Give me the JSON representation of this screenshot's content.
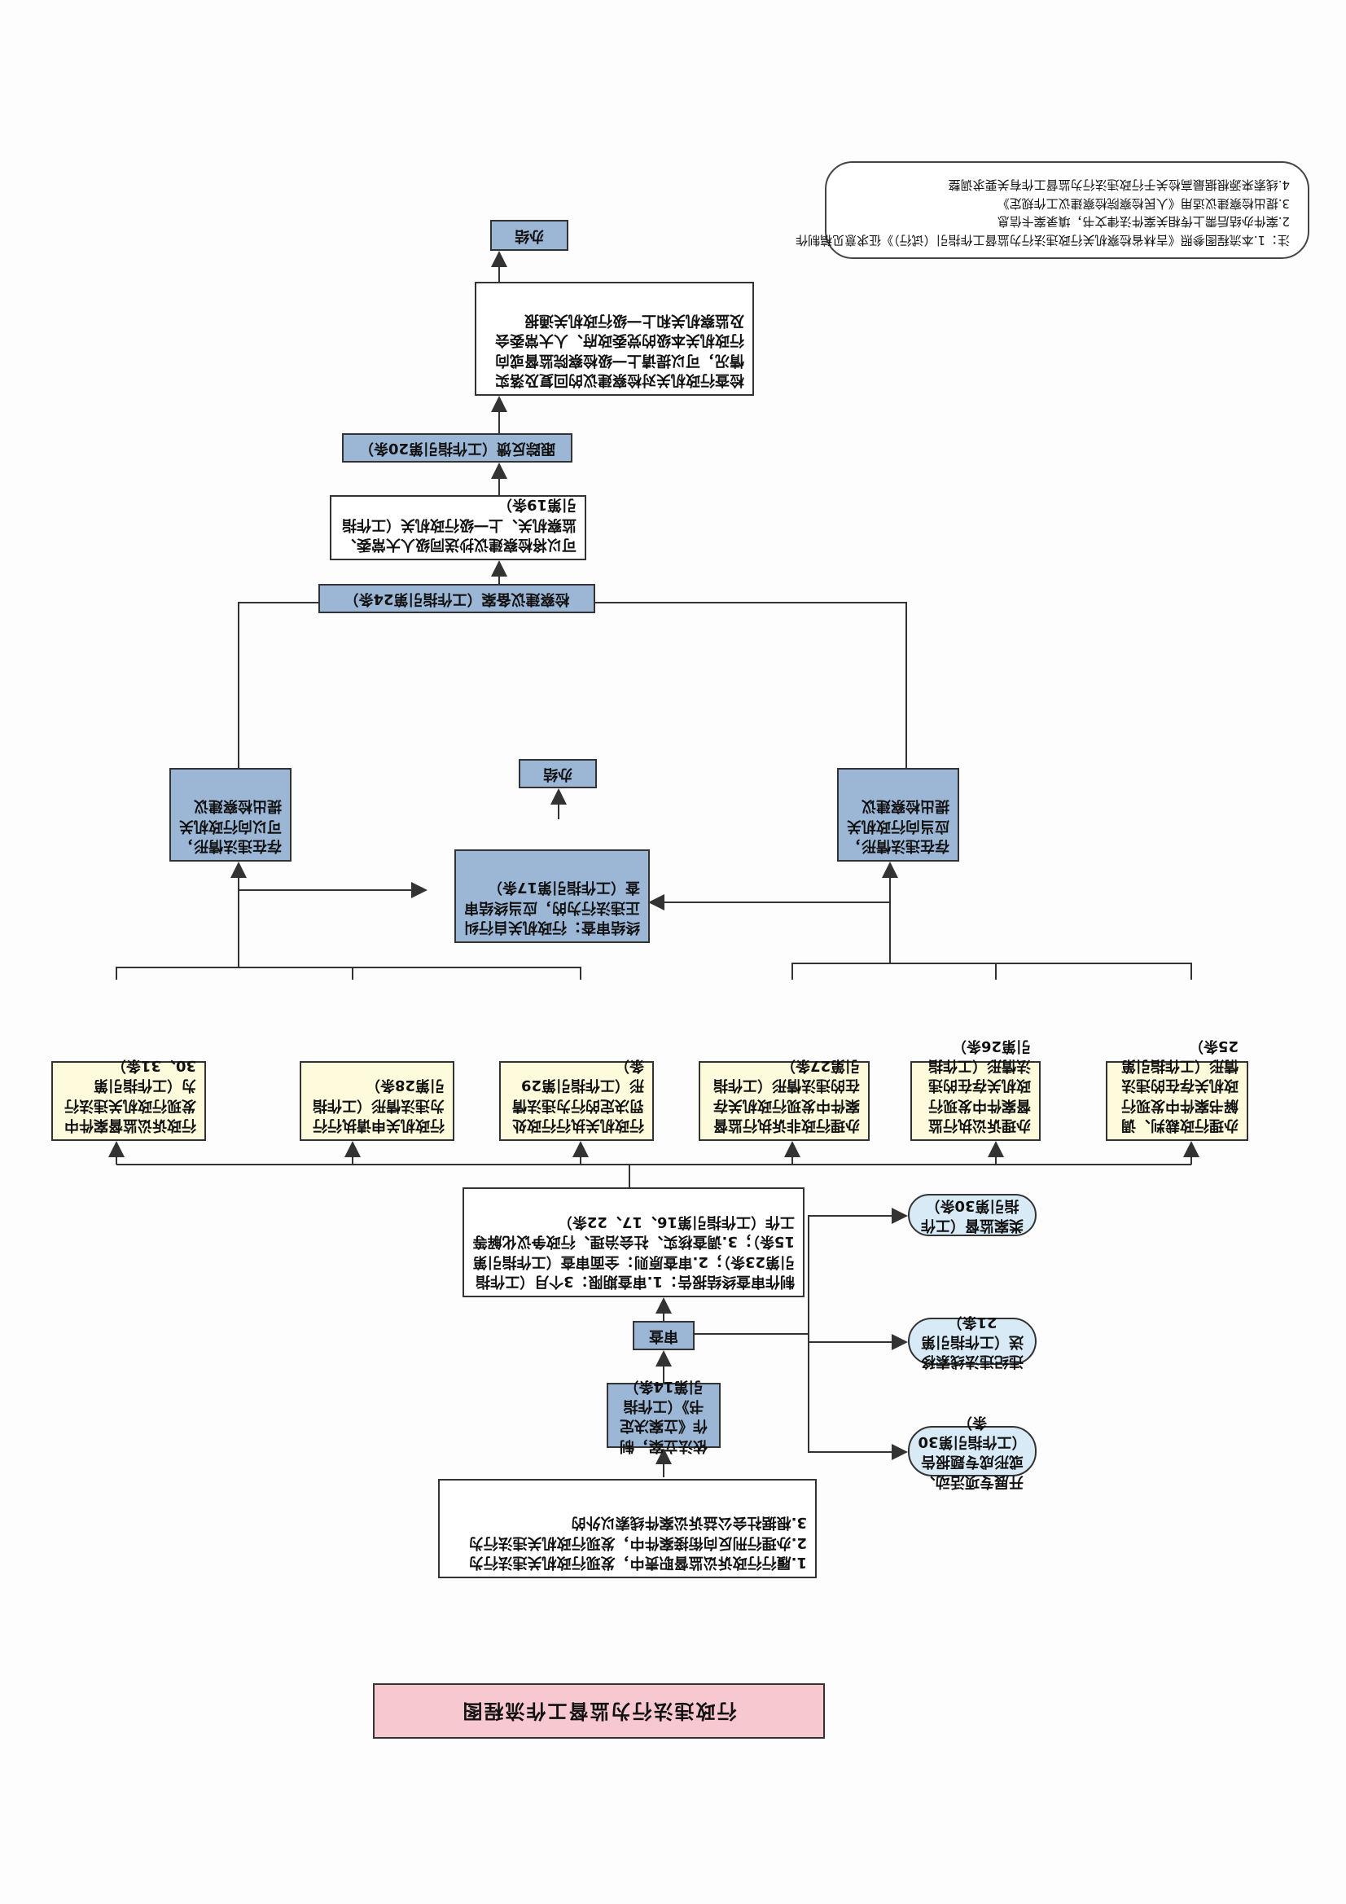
{
  "title": "行政违法行为监督工作流程图",
  "source": {
    "line1": "1.履行行政诉讼监督职责中，发现行政机关违法行为",
    "line2": "2.办理行刑反向衔接案件中，发现行政机关违法行为",
    "line3": "3.根据社会公益诉讼案件线索以外的"
  },
  "filing": "依法立案，制作《立案决定书》（工作指引第14条）",
  "review": "审查",
  "side": {
    "s1": "开展专项活动、或形成专题报告（工作指引第30条）",
    "s2": "违纪违法线索移送（工作指引第21条）",
    "s3": "类案监督（工作指引第30条）"
  },
  "report": "制作审查终结报告：1.审查期限：3个月（工作指引第23条）；2.审查原则：全面审查（工作指引第15条）；3.调查核实、社会治理、行政争议化解等工作（工作指引第16、17、22条）",
  "branches": {
    "b1": "办理行政裁判、调解书案件中发现行政机关存在的违法情形（工作指引第25条）",
    "b2": "办理诉讼执行监督案件中发现行政机关存在的违法情形（工作指引第26条）",
    "b3": "办理行政非诉执行监督案件中发现行政机关存在的违法情形（工作指引第27条）",
    "b4": "行政机关执行行政处罚决定的行为违法情形（工作指引第29条）",
    "b5": "行政机关申请执行行为违法情形（工作指引第28条）",
    "b6": "行政诉讼监督案件中发现行政机关违法行为（工作指引第30、31条）"
  },
  "conclude": "终结审查：行政机关自行纠正违法行为的，应当终结审查（工作指引第17条）",
  "close1": "办结",
  "rec_left": "存在违法情形，应当向行政机关提出检察建议",
  "rec_right": "存在违法情形，可以向行政机关提出检察建议",
  "record": "检察建议备案（工作指引第24条）",
  "cc": "可以将检察建议抄送同级人大常委、监察机关、上一级行政机关（工作指引第19条）",
  "follow": "跟踪反馈（工作指引第20条）",
  "final": "检查行政机关对检察建议的回复及落实情况，可以提请上一级检察院监督或向行政机关本级的党委政府、人大常委会及监察机关和上一级行政机关通报",
  "close2": "办结",
  "notes": {
    "n1": "注：1.本流程图参照《吉林省检察机关行政违法行为监督工作指引（试行）》征求意见稿制作",
    "n2": "2.案件办结后需上传相关案件法律文书，填录案卡信息",
    "n3": "3.提出检察建议适用《人民检察院检察建议工作规定》",
    "n4": "4.线索来源根据最高检关于行政违法行为监督工作有关要求调整"
  }
}
